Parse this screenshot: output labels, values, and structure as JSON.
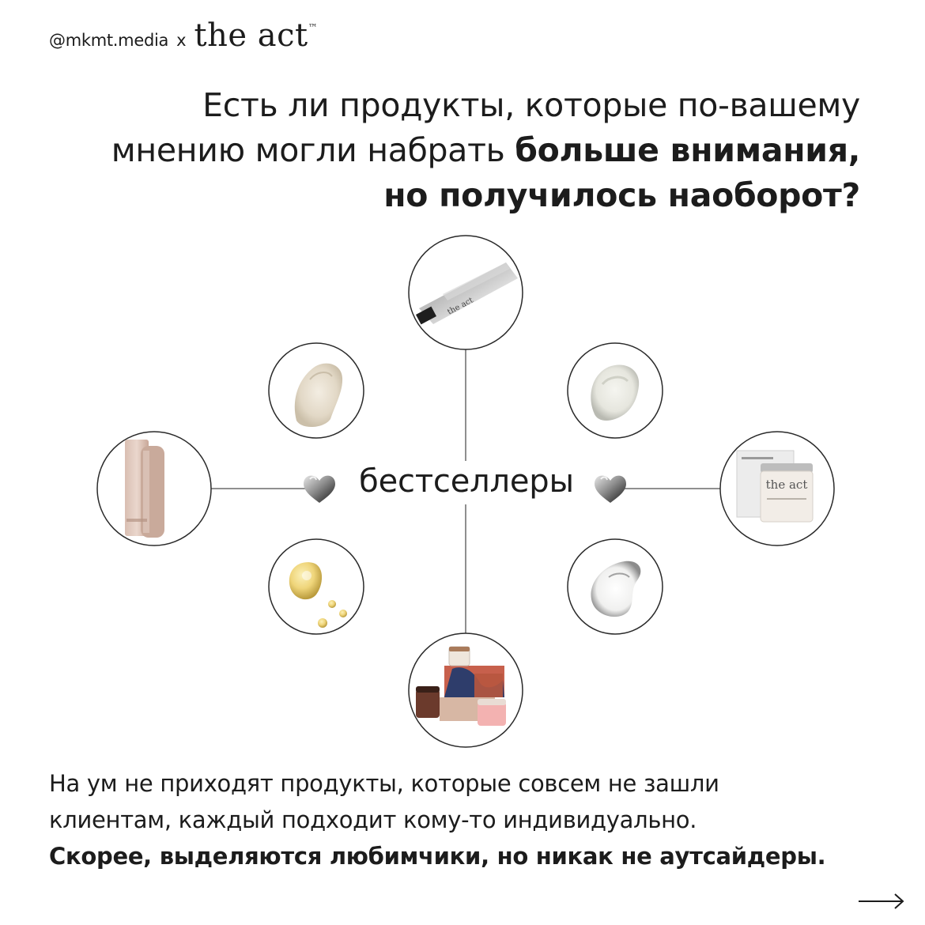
{
  "header": {
    "handle": "@mkmt.media",
    "separator": "x",
    "brand": "the act",
    "brand_mark": "™"
  },
  "question": {
    "part1": "Есть ли продукты, которые по-вашему мнению могли набрать ",
    "bold": "больше внимания, но получилось наоборот?"
  },
  "diagram": {
    "center_label": "бестселлеры",
    "items": [
      {
        "name": "tube",
        "label": "the act"
      },
      {
        "name": "swatch-beige"
      },
      {
        "name": "swatch-cream"
      },
      {
        "name": "pink-bottles"
      },
      {
        "name": "jar-with-box",
        "label": "the act"
      },
      {
        "name": "oil-drops"
      },
      {
        "name": "swatch-white"
      },
      {
        "name": "gift-set"
      }
    ]
  },
  "body": {
    "line1": "На ум не приходят продукты, которые совсем не зашли",
    "line2": "клиентам, каждый подходит кому-то индивидуально.",
    "line3": "Скорее, выделяются любимчики, но никак не аутсайдеры."
  },
  "nav": {
    "next_arrow": "next-arrow"
  },
  "colors": {
    "line": "#6a6a6a",
    "circle": "#2a2a2a",
    "text": "#1c1c1c"
  }
}
